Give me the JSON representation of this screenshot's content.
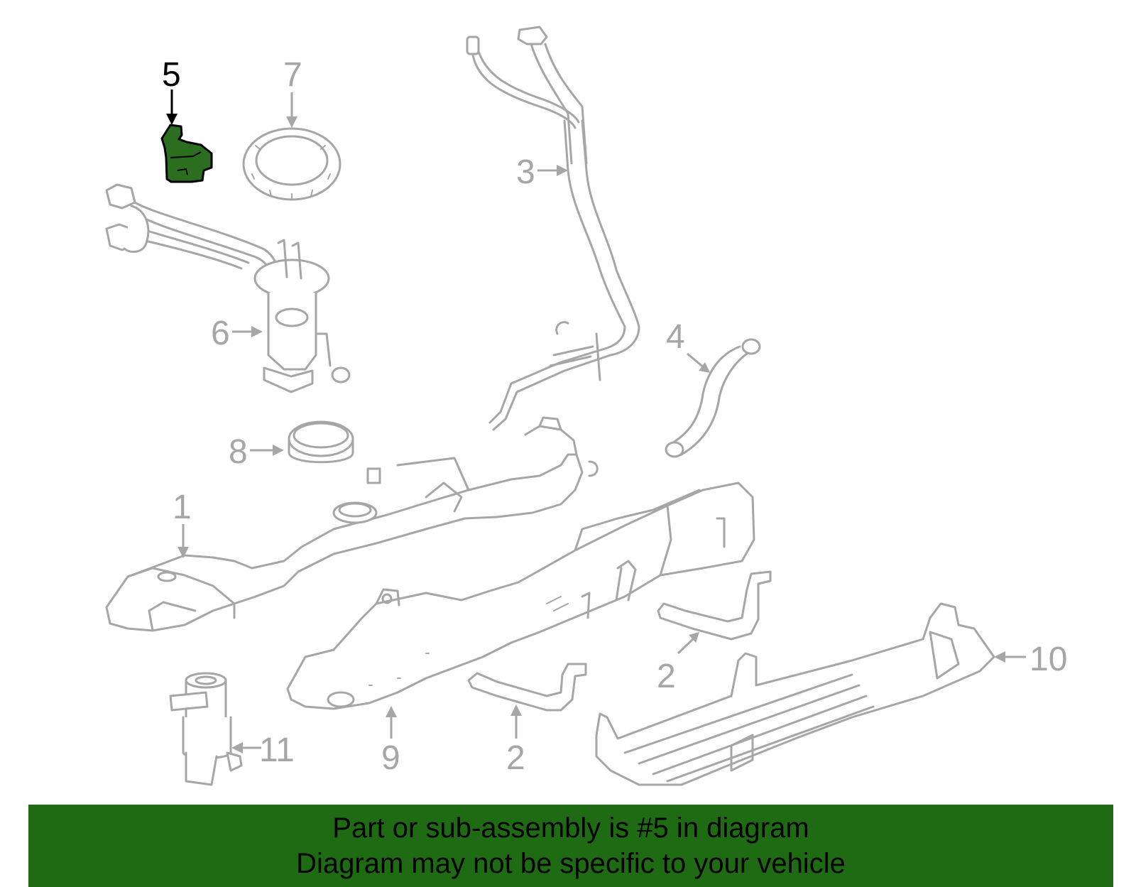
{
  "diagram": {
    "callouts": {
      "c1": "1",
      "c2a": "2",
      "c2b": "2",
      "c3": "3",
      "c4": "4",
      "c5": "5",
      "c6": "6",
      "c7": "7",
      "c8": "8",
      "c9": "9",
      "c10": "10",
      "c11": "11"
    },
    "highlighted_part": "5",
    "colors": {
      "line_art": "#a6a6a6",
      "highlight_fill": "#2b6e1f",
      "highlight_text": "#000000",
      "banner_bg": "#1e6b14",
      "banner_text": "#000000"
    }
  },
  "banner": {
    "line1": "Part or sub-assembly is #5 in diagram",
    "line2": "Diagram may not be specific to your vehicle"
  }
}
